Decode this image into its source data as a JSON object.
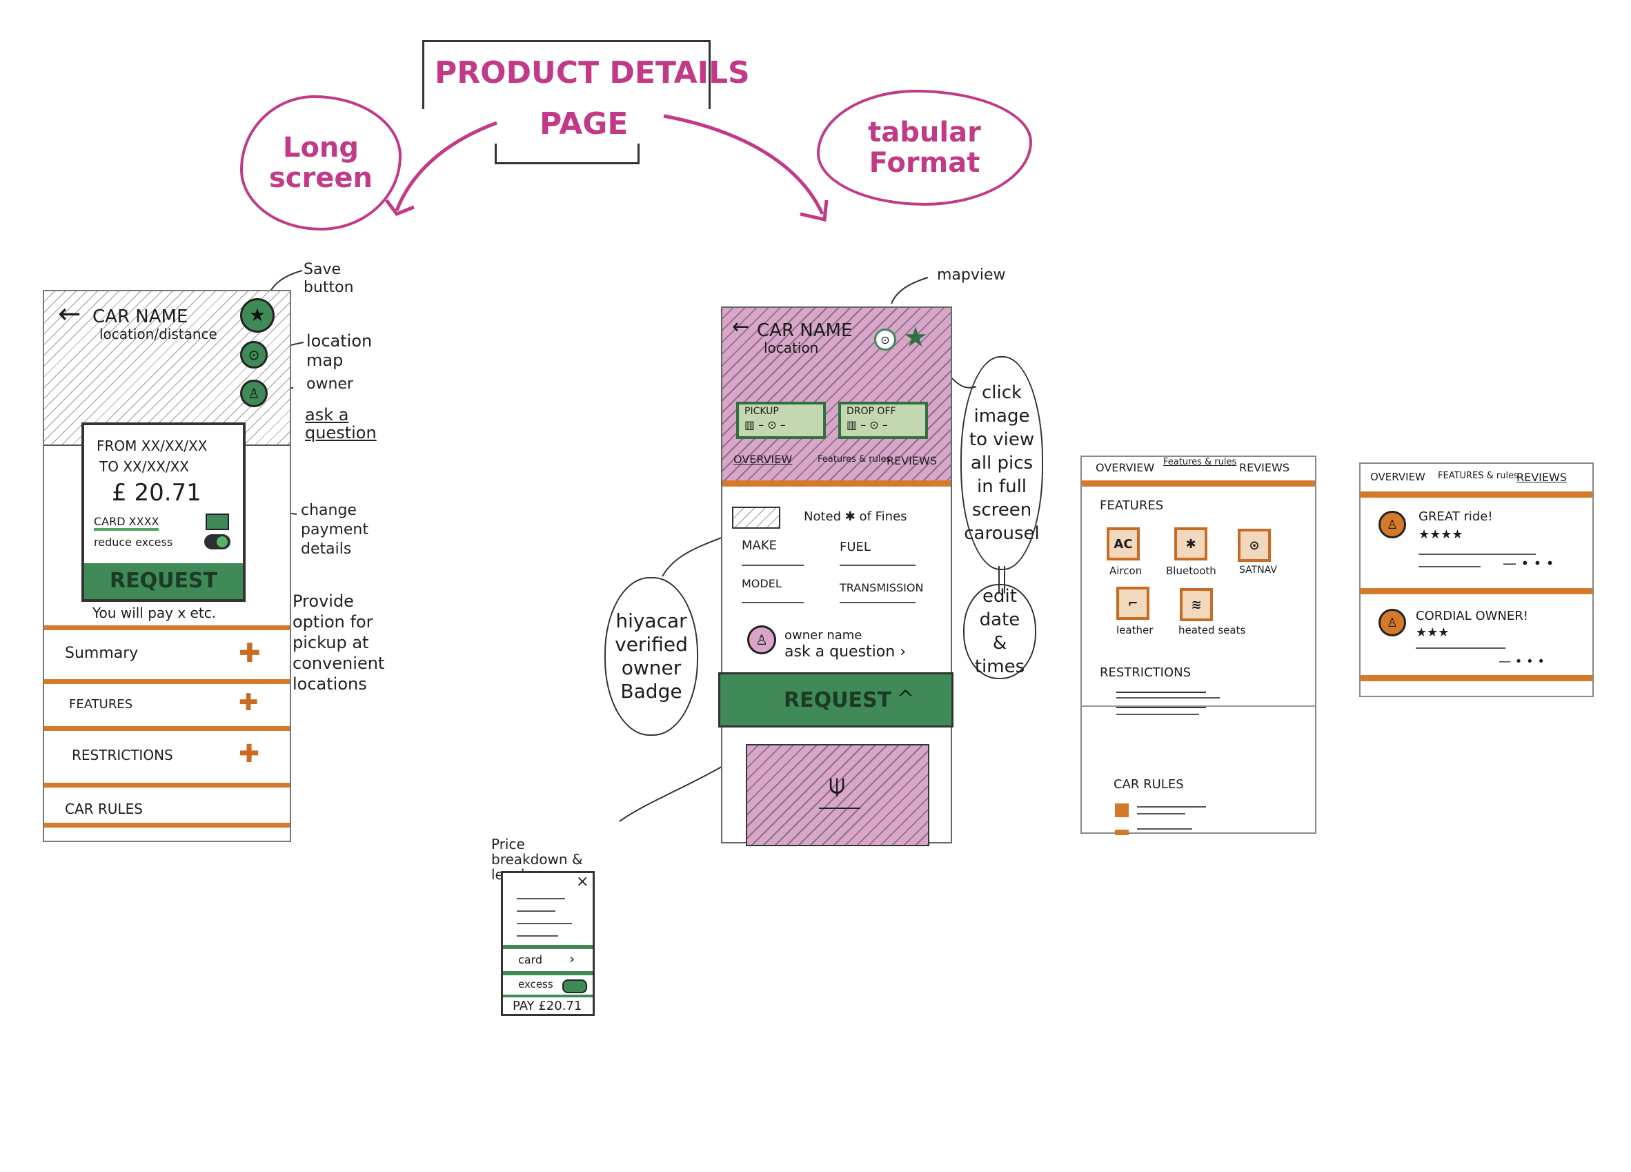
{
  "title": {
    "line1": "PRODUCT DETAILS",
    "line2": "PAGE"
  },
  "clouds": {
    "left": "Long screen",
    "right": "tabular Format"
  },
  "colors": {
    "pink": "#c23a87",
    "green": "#3f8a56",
    "orange": "#d57a2a",
    "hatch_pink": "#d9a6c8"
  },
  "long_screen": {
    "back_icon": "arrow-left-icon",
    "car_name": "CAR NAME",
    "location": "location/distance",
    "from": "FROM XX/XX/XX",
    "to": "TO XX/XX/XX",
    "price": "£ 20.71",
    "card": "CARD XXXX",
    "reduce_excess": "reduce excess",
    "request": "REQUEST",
    "pay_note": "You will pay x etc.",
    "accordion": [
      {
        "label": "Summary",
        "icon": "plus-icon"
      },
      {
        "label": "FEATURES",
        "icon": "plus-icon"
      },
      {
        "label": "RESTRICTIONS",
        "icon": "plus-icon"
      },
      {
        "label": "CAR RULES",
        "icon": ""
      }
    ],
    "notes": {
      "save": "Save button",
      "location": "location map",
      "owner": "owner",
      "ask": "ask a question",
      "payment": "change payment details",
      "pickup": "Provide option for pickup at convenient locations"
    }
  },
  "tabular": {
    "car_name": "CAR NAME",
    "location": "location",
    "pickup": "PICKUP",
    "dropoff": "DROP OFF",
    "tabs": [
      "OVERVIEW",
      "Features & rules",
      "REVIEWS"
    ],
    "noted": "Noted ✱ of Fines",
    "specs": [
      "MAKE",
      "FUEL",
      "MODEL",
      "TRANSMISSION"
    ],
    "owner_name": "owner name",
    "ask": "ask a question",
    "request": "REQUEST",
    "notes": {
      "mapview": "mapview",
      "click": "click image to view all pics in full screen carousel",
      "edit": "edit date & times",
      "badge": "hiyacar verified owner Badge",
      "price": "Price breakdown & legal"
    }
  },
  "price_modal": {
    "close": "×",
    "card": "card",
    "excess": "excess",
    "pay": "PAY £20.71"
  },
  "features_screen": {
    "tabs": [
      "OVERVIEW",
      "Features & rules",
      "REVIEWS"
    ],
    "features_heading": "FEATURES",
    "features": [
      {
        "icon": "AC",
        "label": "Aircon"
      },
      {
        "icon": "✱",
        "label": "Bluetooth"
      },
      {
        "icon": "⊙",
        "label": "SATNAV"
      },
      {
        "icon": "⌐",
        "label": "leather"
      },
      {
        "icon": "≋",
        "label": "heated seats"
      }
    ],
    "restrictions_heading": "RESTRICTIONS",
    "car_rules_heading": "CAR RULES"
  },
  "reviews_screen": {
    "tabs": [
      "OVERVIEW",
      "FEATURES & rules",
      "REVIEWS"
    ],
    "reviews": [
      {
        "title": "GREAT ride!",
        "stars": "★★★★"
      },
      {
        "title": "CORDIAL OWNER!",
        "stars": "★★★"
      }
    ]
  }
}
